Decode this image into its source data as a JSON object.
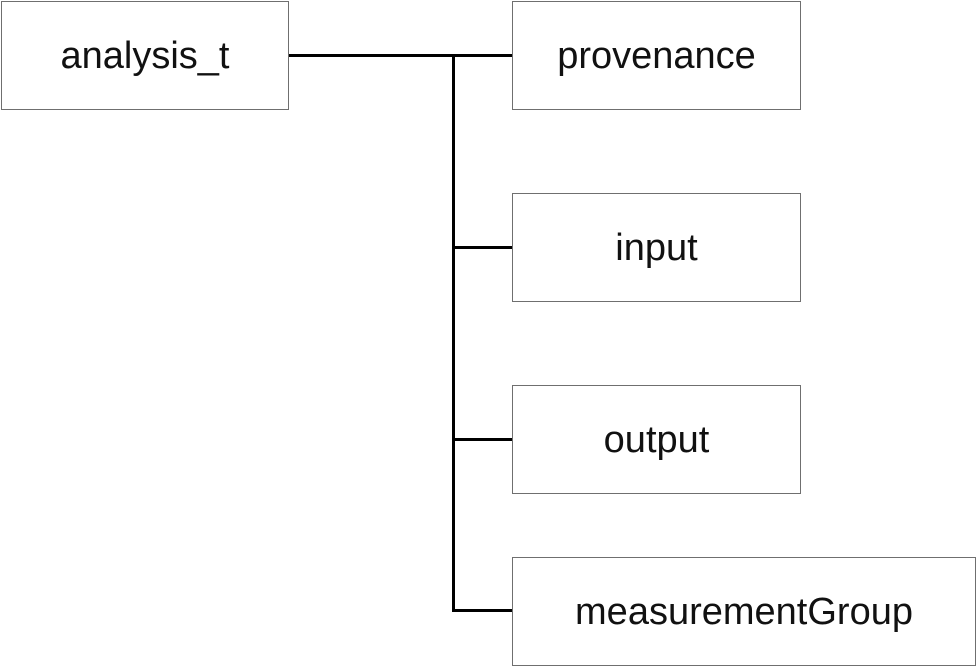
{
  "diagram": {
    "root": {
      "label": "analysis_t"
    },
    "children": [
      {
        "label": "provenance"
      },
      {
        "label": "input"
      },
      {
        "label": "output"
      },
      {
        "label": "measurementGroup"
      }
    ]
  }
}
